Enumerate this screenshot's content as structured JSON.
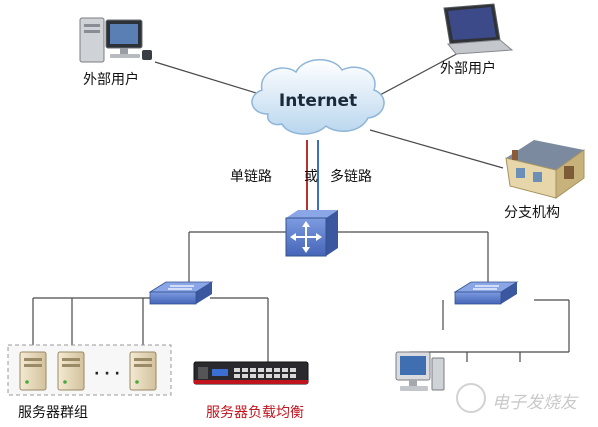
{
  "nodes": {
    "internet": "Internet",
    "external_user_left": "外部用户",
    "external_user_right": "外部用户",
    "branch_office": "分支机构",
    "server_cluster": "服务器群组",
    "load_balancer": "服务器负载均衡"
  },
  "link": {
    "single": "单链路",
    "or": "或",
    "multi": "多链路"
  },
  "cluster_ellipsis": "· · ·",
  "watermark": "电子发烧友",
  "colors": {
    "line": "#4a4a4a",
    "single_link": "#b5322f",
    "multi_link": "#3c6ec8",
    "switch": "#4e6fc0",
    "accent_red": "#c0141e"
  }
}
